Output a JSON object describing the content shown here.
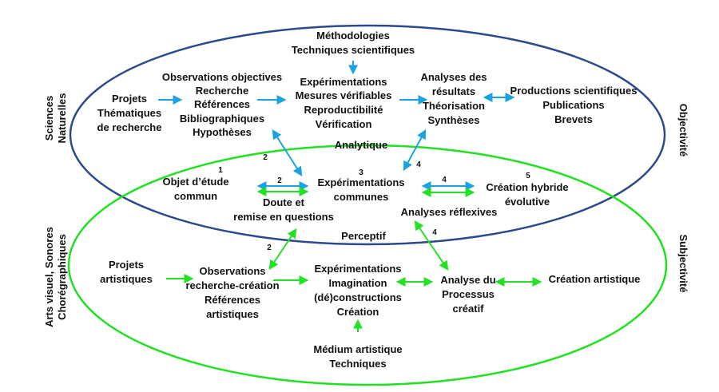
{
  "colors": {
    "science": "#2b4a8b",
    "arts": "#22e022",
    "blue_arrow": "#1aa3e0",
    "green_arrow": "#22e022"
  },
  "side_labels": {
    "sciences": [
      "Sciences",
      "Naturelles"
    ],
    "arts": [
      "Arts visuel, Sonores",
      "Chorégraphiques"
    ],
    "objectivite": "Objectivité",
    "subjectivite": "Subjectivité"
  },
  "top": {
    "methodologies": [
      "Méthodologies",
      "Techniques  scientifiques"
    ],
    "projets": [
      "Projets",
      "Thématiques",
      "de recherche"
    ],
    "observations": [
      "Observations objectives",
      "Recherche",
      "Références",
      "Bibliographiques",
      "Hypothèses"
    ],
    "experimentations": [
      "Expérimentations",
      "Mesures vérifiables",
      "Reproductibilité",
      "Vérification"
    ],
    "analyses": [
      "Analyses des",
      "résultats",
      "Théorisation",
      "Synthèses"
    ],
    "productions": [
      "Productions scientifiques",
      "Publications",
      "Brevets"
    ],
    "analytique": "Analytique"
  },
  "middle": {
    "objet": [
      "Objet d’étude",
      "commun"
    ],
    "doute": [
      "Doute et",
      "remise en questions"
    ],
    "exp_communes": [
      "Expérimentations",
      "communes"
    ],
    "analyses_reflexives": "Analyses réflexives",
    "creation_hybride": [
      "Création hybride",
      "évolutive"
    ],
    "perceptif": "Perceptif"
  },
  "numbers": {
    "n1": "1",
    "n2a": "2",
    "n2b": "2",
    "n2c": "2",
    "n3": "3",
    "n4a": "4",
    "n4b": "4",
    "n4c": "4",
    "n5": "5"
  },
  "bottom": {
    "projets_artistiques": [
      "Projets",
      "artistiques"
    ],
    "observations_rc": [
      "Observations",
      "recherche-création",
      "Références",
      "artistiques"
    ],
    "exp_imagination": [
      "Expérimentations",
      "Imagination",
      "(dé)constructions",
      "Création"
    ],
    "analyse_processus": [
      "Analyse du",
      "Processus",
      "créatif"
    ],
    "creation_artistique": "Création artistique",
    "medium": [
      "Médium artistique",
      "Techniques"
    ]
  }
}
